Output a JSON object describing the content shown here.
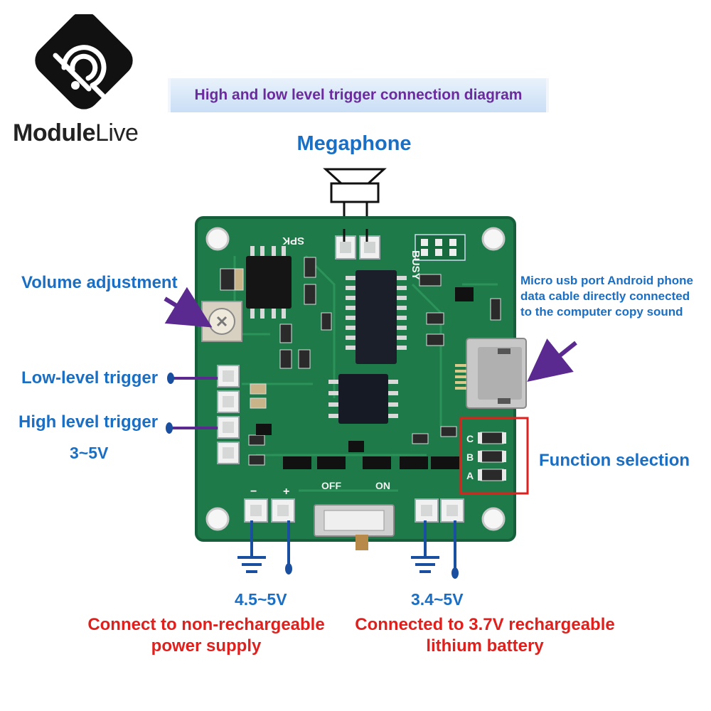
{
  "brand": {
    "name_bold": "Module",
    "name_light": "Live"
  },
  "title": "High and low level trigger connection diagram",
  "labels": {
    "megaphone": "Megaphone",
    "volume": "Volume adjustment",
    "low_trigger": "Low-level trigger",
    "high_trigger": "High level trigger",
    "trigger_voltage": "3~5V",
    "usb_line1": "Micro usb port Android phone",
    "usb_line2": "data cable directly connected",
    "usb_line3": "to the computer copy sound",
    "function_selection": "Function selection",
    "left_voltage": "4.5~5V",
    "right_voltage": "3.4~5V",
    "left_note_line1": "Connect to non-rechargeable",
    "left_note_line2": "power supply",
    "right_note_line1": "Connected to 3.7V rechargeable",
    "right_note_line2": "lithium battery"
  },
  "board_silkscreen": {
    "spk": "SPK",
    "busy": "BUSY",
    "off": "OFF",
    "on": "ON",
    "minus": "−",
    "plus": "+",
    "sel_c": "C",
    "sel_b": "B",
    "sel_a": "A"
  },
  "colors": {
    "pcb": "#1f7a4a",
    "label_blue": "#1a6fc4",
    "label_red": "#e0201c",
    "wire": "#5b2a91",
    "highlight_box": "#e0201c"
  }
}
